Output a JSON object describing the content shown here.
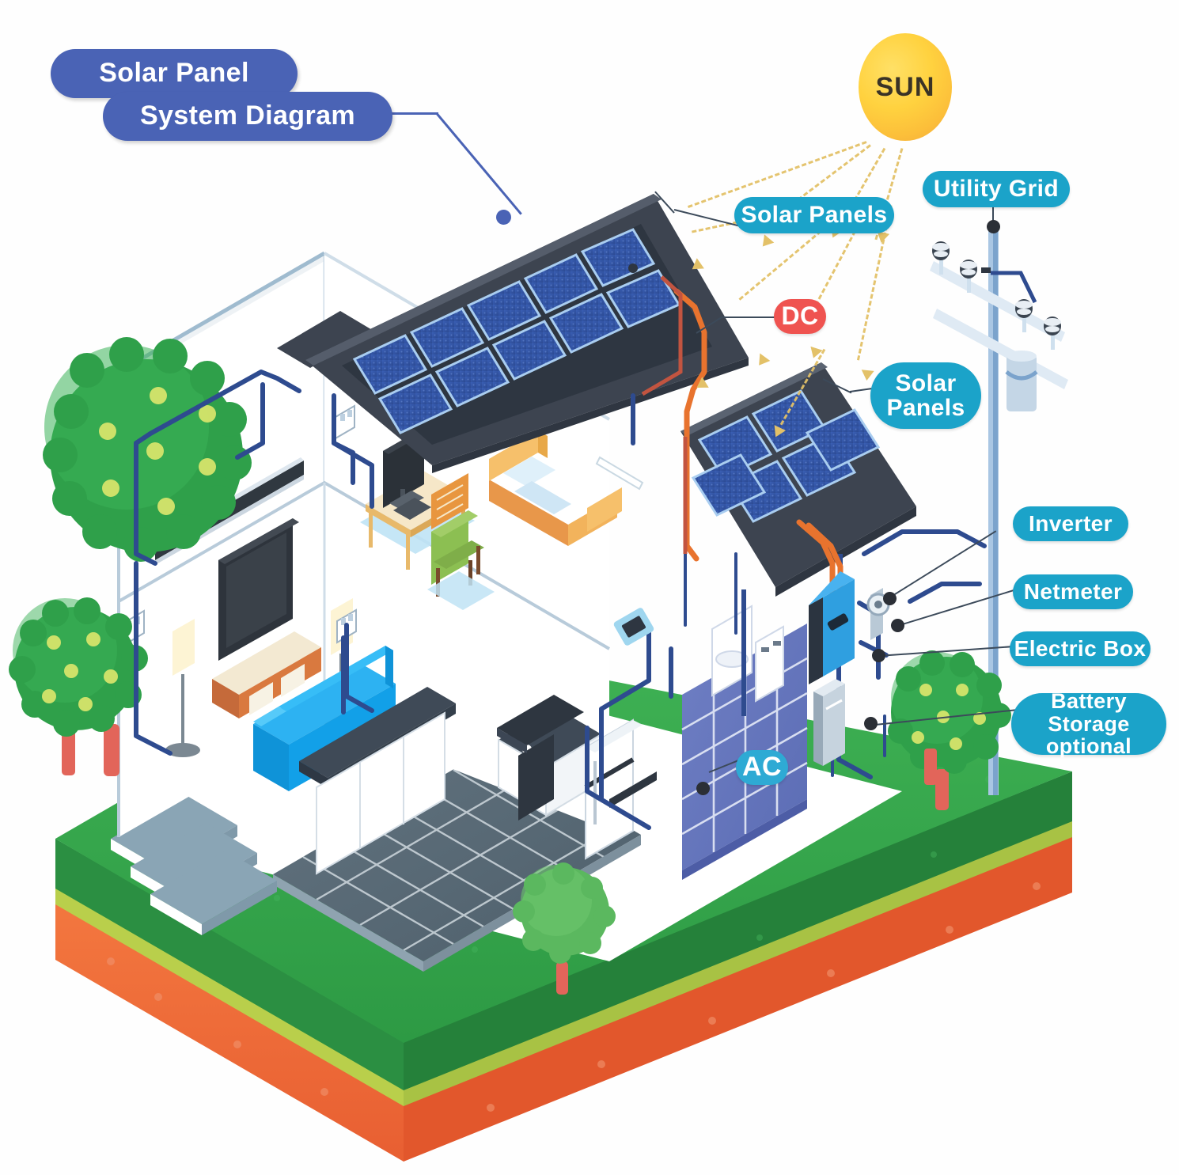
{
  "diagram": {
    "title_line1": "Solar Panel",
    "title_line2": "System Diagram",
    "sun_label": "SUN"
  },
  "labels": {
    "solar_panels_roof": "Solar Panels",
    "solar_panels_ground_l1": "Solar",
    "solar_panels_ground_l2": "Panels",
    "utility_grid": "Utility Grid",
    "inverter": "Inverter",
    "netmeter": "Netmeter",
    "electric_box": "Electric Box",
    "battery_storage_l1": "Battery Storage",
    "battery_storage_l2": "optional",
    "dc": "DC",
    "ac": "AC"
  },
  "colors": {
    "title_blue": "#4a63b5",
    "label_cyan": "#1ba3c9",
    "dc_red": "#ef5350",
    "ac_cyan": "#2eaad4",
    "sun_yellow": "#ffd23f",
    "grass_green": "#2fa04a",
    "soil_orange": "#ef6a3c",
    "panel_blue": "#3456a8",
    "roof_dark": "#3d4450",
    "wire_blue": "#2e4b8f",
    "wire_orange": "#e8732e",
    "sofa_blue": "#12a0e8",
    "pole_blue": "#aac7e6"
  },
  "components": [
    {
      "name": "Solar Panels",
      "type": "roof-array",
      "cells": "5x2"
    },
    {
      "name": "Solar Panels",
      "type": "ground-array",
      "cells": "4x2"
    },
    {
      "name": "Inverter",
      "type": "device"
    },
    {
      "name": "Netmeter",
      "type": "device"
    },
    {
      "name": "Electric Box",
      "type": "device"
    },
    {
      "name": "Battery Storage optional",
      "type": "device"
    },
    {
      "name": "Utility Grid",
      "type": "pole"
    },
    {
      "name": "SUN",
      "type": "source"
    }
  ],
  "flows": [
    {
      "from": "SUN",
      "to": "Solar Panels",
      "kind": "light"
    },
    {
      "from": "Solar Panels",
      "to": "Inverter",
      "kind": "DC"
    },
    {
      "from": "Inverter",
      "to": "House",
      "kind": "AC"
    },
    {
      "from": "Netmeter",
      "to": "Utility Grid",
      "kind": "AC"
    }
  ]
}
